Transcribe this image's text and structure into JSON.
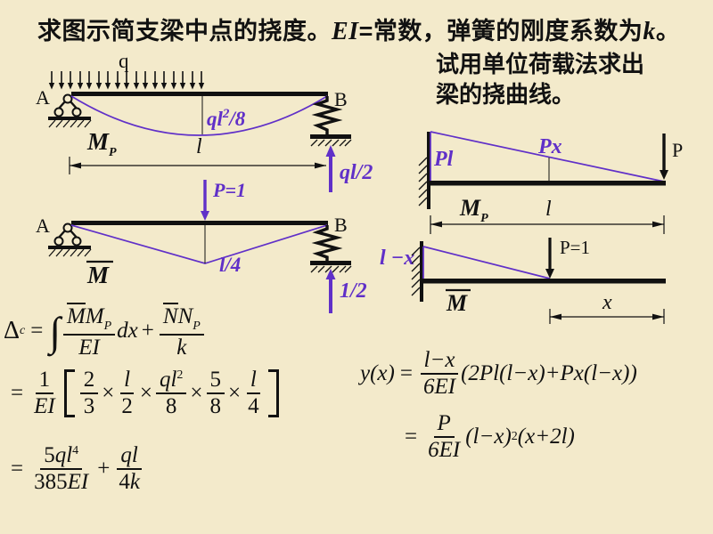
{
  "colors": {
    "background": "#F3EACB",
    "ink": "#111111",
    "accent": "#6030C8"
  },
  "title": {
    "part1": "求图示简支梁中点的挠度。",
    "ei": "EI",
    "part2": "=常数，弹簧的刚度系数为",
    "k": "k",
    "part3": "。"
  },
  "note": {
    "line1": "试用单位荷载法求出",
    "line2": "梁的挠曲线。"
  },
  "beam1": {
    "load": "q",
    "support_left": "A",
    "support_right": "B",
    "moment_peak": "ql",
    "moment_peak_sup": "2",
    "moment_peak_rest": "/8",
    "moment_symbol": "M",
    "moment_symbol_sub": "P",
    "span": "l",
    "reaction": "ql/2"
  },
  "beam2": {
    "load": "P=1",
    "support_left": "A",
    "support_right": "B",
    "moment_value": "l/4",
    "moment_symbol": "M",
    "reaction": "1/2"
  },
  "beam3": {
    "moment_left": "Pl",
    "moment_mid": "Px",
    "load": "P",
    "moment_symbol": "M",
    "moment_symbol_sub": "P",
    "span": "l"
  },
  "beam4": {
    "moment_left": "l −x",
    "load": "P=1",
    "moment_symbol": "M",
    "span": "x"
  },
  "math": {
    "f1": {
      "lhs": "Δ",
      "lhs_sub": "c",
      "eq": "=",
      "integral": "∫",
      "num1_bar": "M",
      "num1": "M",
      "num1_sub": "P",
      "den1": "EI",
      "dx": "dx",
      "plus": "+",
      "num2_bar": "N",
      "num2": "N",
      "num2_sub": "P",
      "den2": "k"
    },
    "f2": {
      "eq": "=",
      "coef_num": "1",
      "coef_den": "EI",
      "times": "×",
      "t1n": "2",
      "t1d": "3",
      "t2n": "l",
      "t2d": "2",
      "t3n": "ql",
      "t3n_sup": "2",
      "t3d": "8",
      "t4n": "5",
      "t4d": "8",
      "t5n": "l",
      "t5d": "4"
    },
    "f3": {
      "eq": "=",
      "num1_coef": "5",
      "num1": "ql",
      "num1_sup": "4",
      "den1_coef": "385",
      "den1": "EI",
      "plus": "+",
      "num2": "ql",
      "den2_coef": "4",
      "den2": "k"
    },
    "f4": {
      "lhs": "y(x)",
      "eq": "=",
      "num": "l−x",
      "den": "6EI",
      "tail": "(2Pl(l−x)+Px(l−x))"
    },
    "f5": {
      "eq": "=",
      "num": "P",
      "den": "6EI",
      "tail1": "(l−x)",
      "tail1_sup": "2",
      "tail2": "(x+2l)"
    }
  }
}
